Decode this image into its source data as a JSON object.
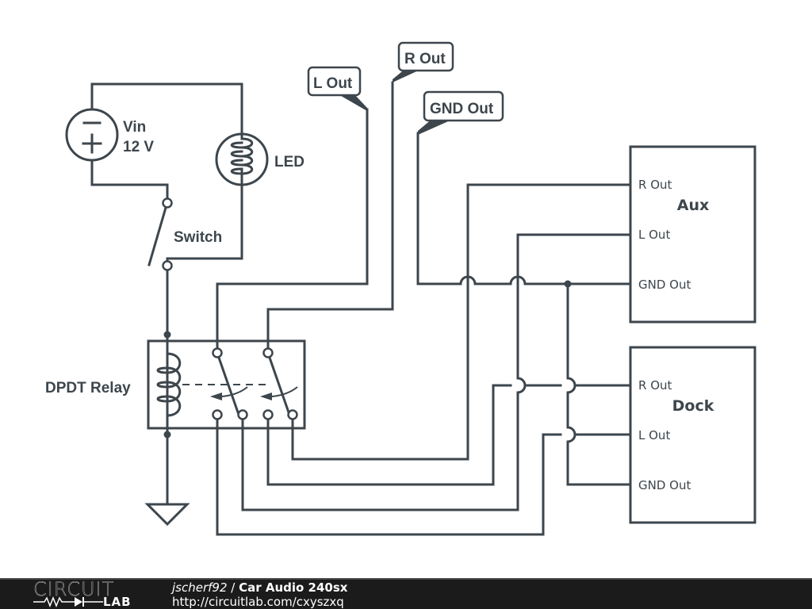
{
  "schematic": {
    "source": {
      "name": "Vin",
      "value": "12 V",
      "minus_symbol": "−",
      "plus_symbol": "+"
    },
    "lamp": {
      "name": "LED"
    },
    "switch": {
      "name": "Switch"
    },
    "relay": {
      "name": "DPDT Relay"
    },
    "net_flags": [
      {
        "label": "L Out"
      },
      {
        "label": "R Out"
      },
      {
        "label": "GND Out"
      }
    ],
    "blocks": [
      {
        "title": "Aux",
        "pins": [
          "R Out",
          "L Out",
          "GND Out"
        ]
      },
      {
        "title": "Dock",
        "pins": [
          "R Out",
          "L Out",
          "GND Out"
        ]
      }
    ]
  },
  "footer": {
    "logo_top": "CIRCUIT",
    "logo_bottom": "LAB",
    "user": "jscherf92",
    "separator": " / ",
    "title": "Car Audio 240sx",
    "url": "http://circuitlab.com/cxyszxq"
  }
}
